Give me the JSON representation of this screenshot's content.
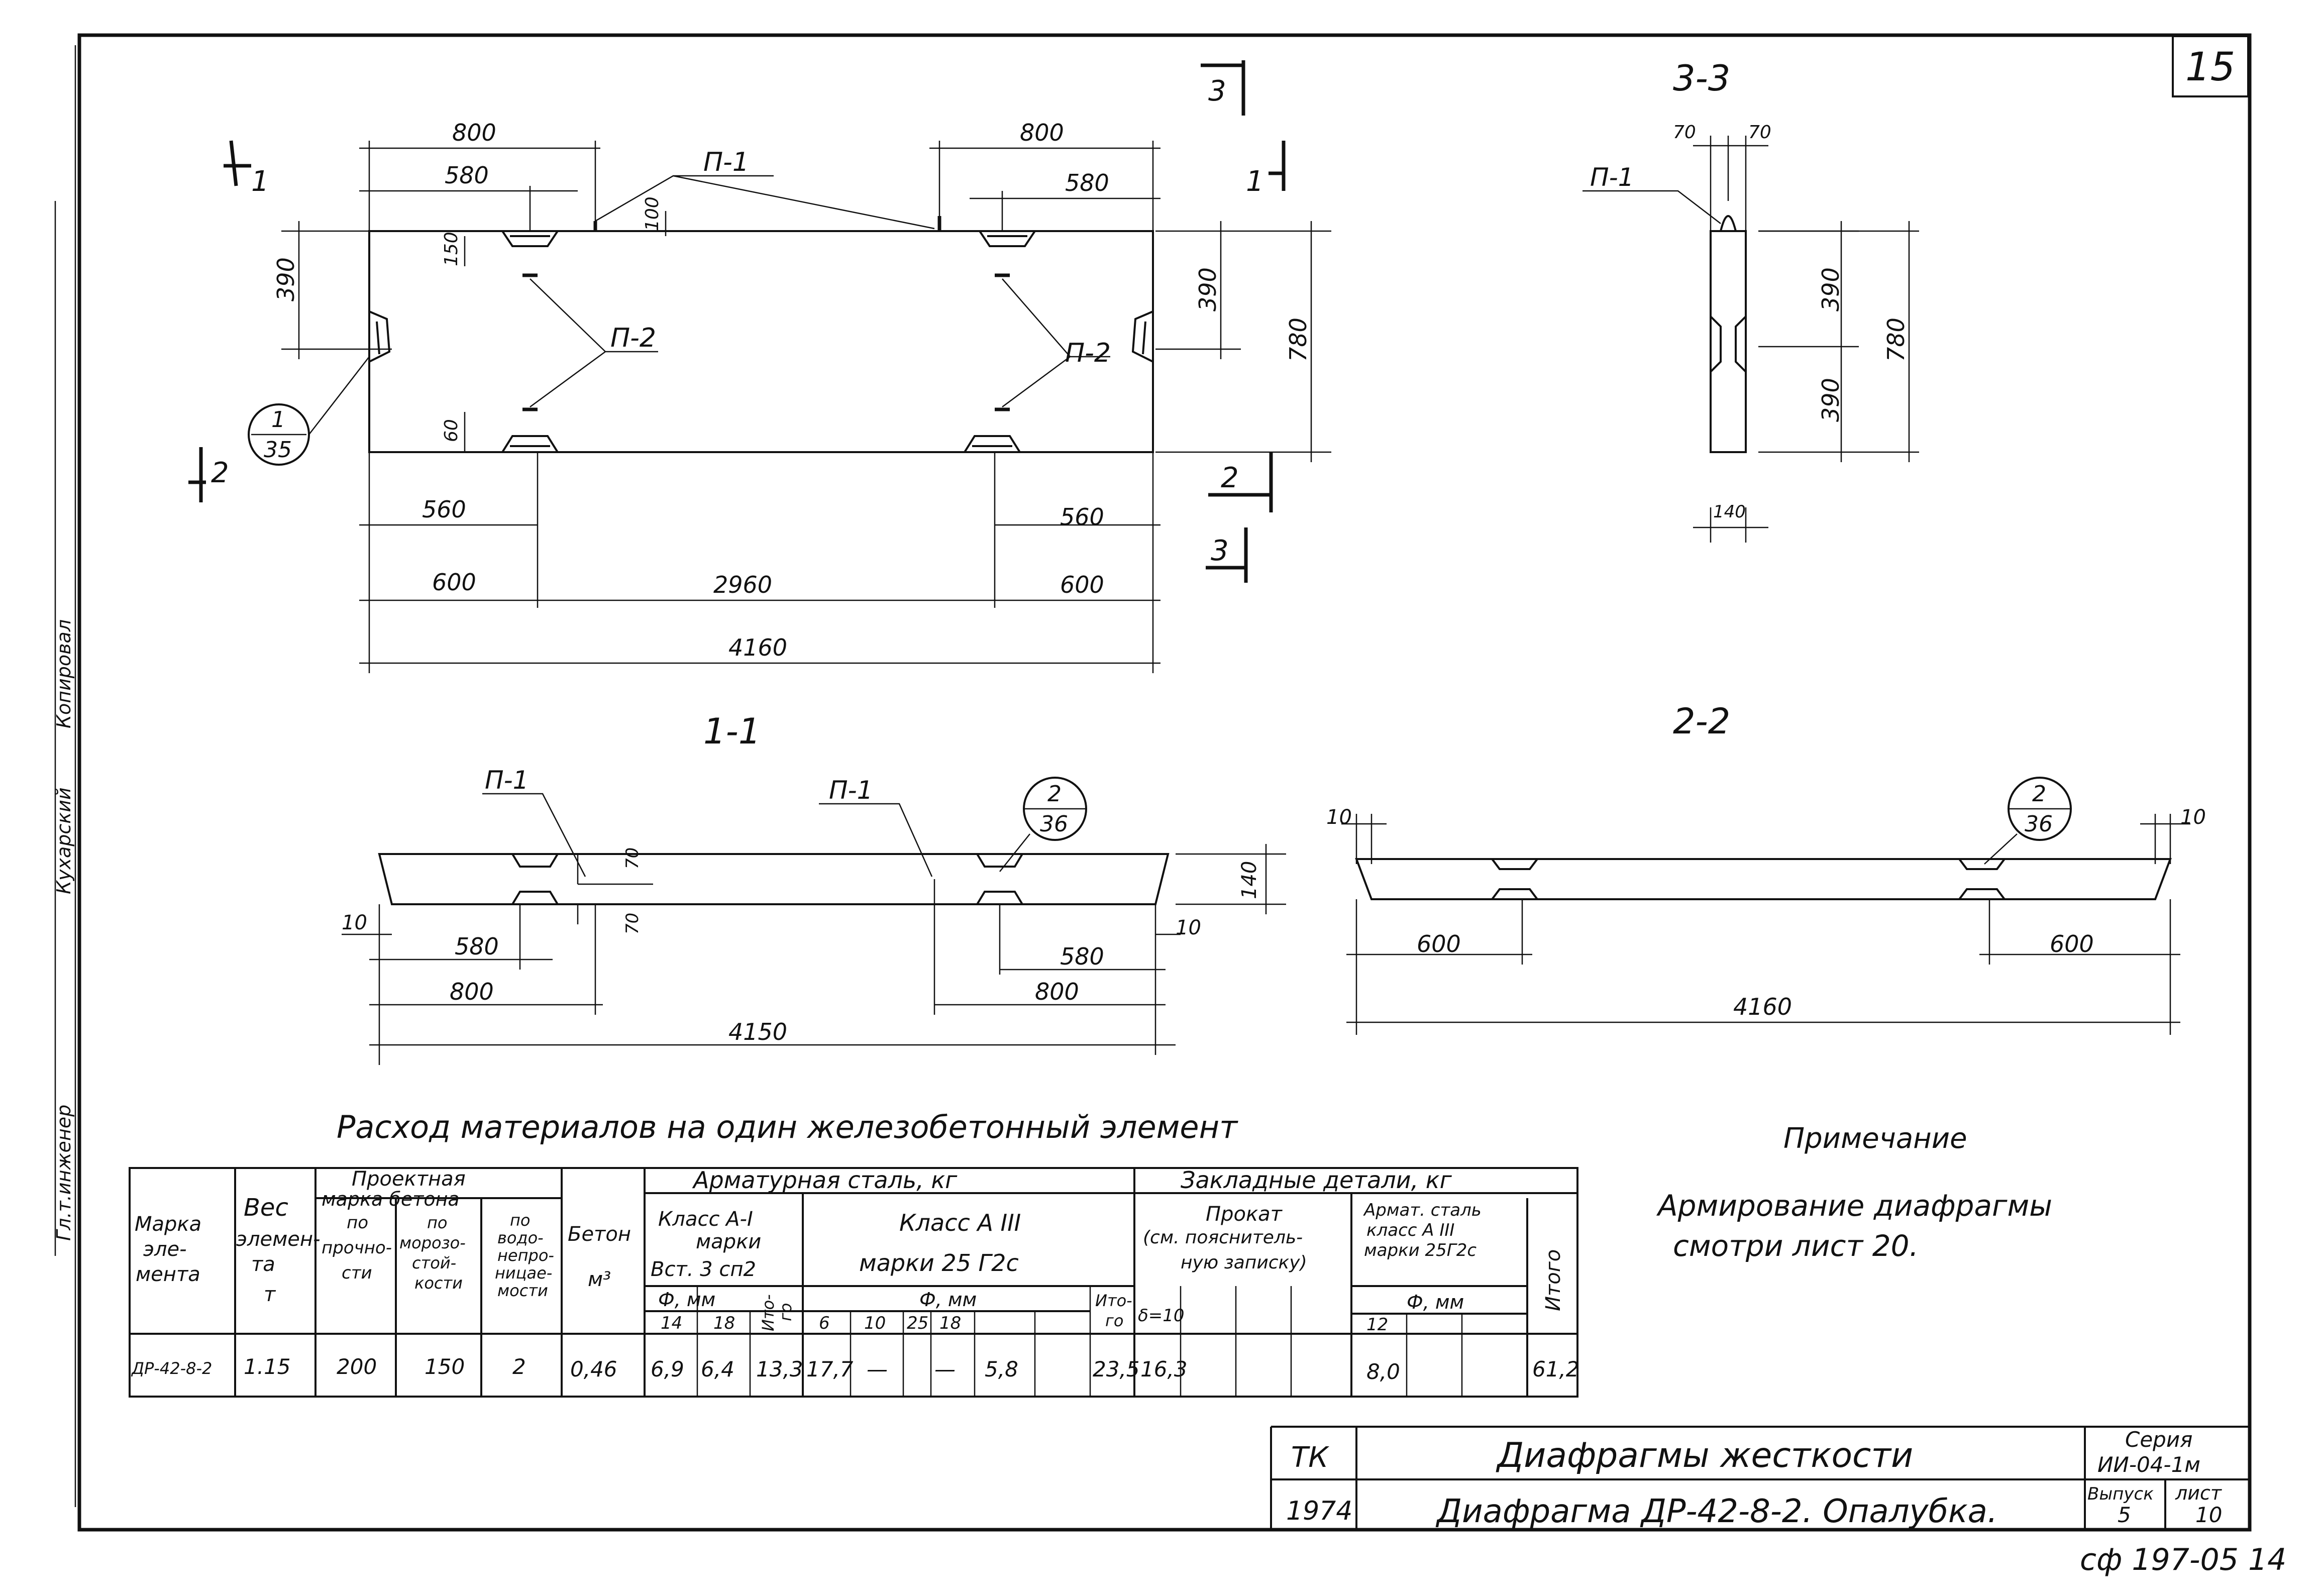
{
  "sheet": {
    "sheet_no": "15",
    "stamp": "сф 197-05 14",
    "side_labels": [
      "Гл.т.инженер",
      "Кухарский",
      "Копировал"
    ]
  },
  "views": {
    "elevation": {
      "section_marks": [
        "1",
        "1",
        "2",
        "2",
        "3",
        "3"
      ],
      "callout": {
        "top": "1",
        "bottom": "35"
      },
      "leaders": {
        "p1": "П-1",
        "p2_left": "П-2",
        "p2_right": "П-2"
      },
      "dims": {
        "top_left_800": "800",
        "top_left_580": "580",
        "top_right_800": "800",
        "top_right_580": "580",
        "h100": "100",
        "h150": "150",
        "h60": "60",
        "left_390": "390",
        "right_390": "390",
        "right_780": "780",
        "bot_left_560": "560",
        "bot_right_560": "560",
        "bot_600_l": "600",
        "bot_2960": "2960",
        "bot_600_r": "600",
        "overall_4160": "4160"
      }
    },
    "section_33": {
      "title": "3-3",
      "leader": "П-1",
      "dims": {
        "w70a": "70",
        "w70b": "70",
        "h390a": "390",
        "h390b": "390",
        "h780": "780",
        "w140": "140"
      }
    },
    "section_11": {
      "title": "1-1",
      "leaders": {
        "a": "П-1",
        "b": "П-1"
      },
      "callout": {
        "top": "2",
        "bottom": "36"
      },
      "dims": {
        "t70": "70",
        "b70": "70",
        "h140": "140",
        "l10": "10",
        "r10": "10",
        "l580": "580",
        "l800": "800",
        "r580": "580",
        "r800": "800",
        "overall": "4150"
      }
    },
    "section_22": {
      "title": "2-2",
      "callout": {
        "top": "2",
        "bottom": "36"
      },
      "dims": {
        "l10": "10",
        "r10": "10",
        "l600": "600",
        "r600": "600",
        "overall": "4160"
      }
    }
  },
  "materials": {
    "title": "Расход материалов на один железобетонный элемент",
    "headers": {
      "mark": [
        "Марка",
        "эле-",
        "мента"
      ],
      "weight": [
        "Вес",
        "элемен-",
        "та",
        "т"
      ],
      "design_grade": [
        "Проектная",
        "марка бетона"
      ],
      "strength": [
        "по",
        "прочно-",
        "сти"
      ],
      "frost": [
        "по",
        "морозо-",
        "стой-",
        "кости"
      ],
      "water": [
        "по",
        "водо-",
        "непро-",
        "ницае-",
        "мости"
      ],
      "concrete": [
        "Бетон",
        "м³"
      ],
      "rebar": "Арматурная сталь, кг",
      "class_a1": [
        "Класс А-I",
        "марки",
        "Вст. 3 сп2"
      ],
      "class_a3": [
        "Класс А III",
        "марки 25 Г2с"
      ],
      "embedded": "Закладные детали, кг",
      "rolled": [
        "Прокат",
        "(см. пояснитель-",
        "ную записку)"
      ],
      "emb_rebar": [
        "Армат. сталь",
        "класс А III",
        "марки 25Г2с"
      ],
      "total": "Итого",
      "phi_mm": "Ф, мм",
      "itogo_short": [
        "Ито-",
        "го"
      ],
      "delta": "δ=10",
      "d14": "14",
      "d18": "18",
      "d6": "6",
      "d10": "10",
      "d25": "25",
      "d18b": "18",
      "d12": "12"
    },
    "row": {
      "mark": "ДР-42-8-2",
      "weight": "1.15",
      "strength": "200",
      "frost": "150",
      "water": "2",
      "concrete": "0,46",
      "a1_14": "6,9",
      "a1_18": "6,4",
      "a1_total": "13,3",
      "a3_6": "17,7",
      "a3_10": "—",
      "a3_25": "—",
      "a3_18": "5,8",
      "a3_total": "23,5",
      "rolled": "16,3",
      "emb_12": "8,0",
      "total": "61,2"
    }
  },
  "note": {
    "title": "Примечание",
    "text_line1": "Армирование диафрагмы",
    "text_line2": "смотри лист 20."
  },
  "title_block": {
    "code": "ТК",
    "year": "1974",
    "name": "Диафрагмы жесткости",
    "drawing": "Диафрагма ДР-42-8-2. Опалубка.",
    "series_label": "Серия",
    "series": "ИИ-04-1м",
    "issue_label": "Выпуск",
    "issue": "5",
    "sheet_label": "лист",
    "sheet": "10"
  }
}
